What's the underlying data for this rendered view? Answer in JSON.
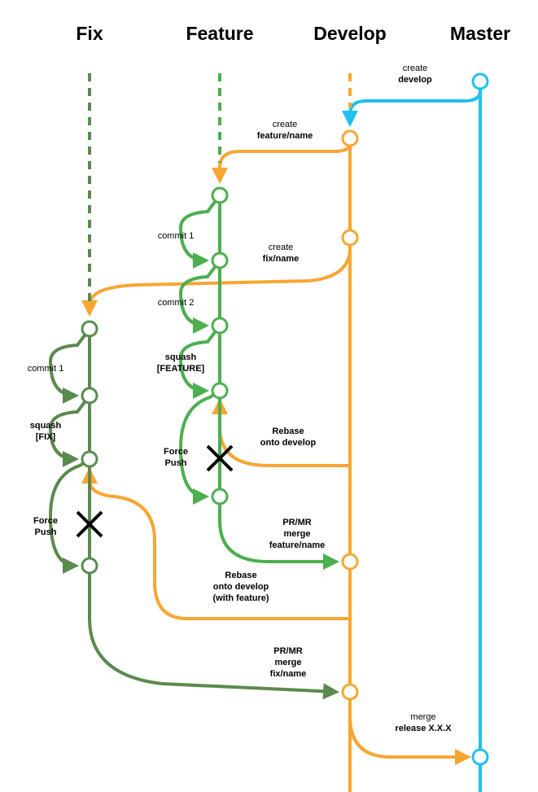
{
  "columns": {
    "fix": "Fix",
    "feature": "Feature",
    "develop": "Develop",
    "master": "Master"
  },
  "colors": {
    "fix": "#5b8a4f",
    "feature": "#4caf50",
    "develop": "#f7a633",
    "master": "#1ec0f0",
    "cross": "#000000"
  },
  "labels": {
    "create_develop": {
      "line1": "create",
      "line2": "develop"
    },
    "create_feature": {
      "line1": "create",
      "line2": "feature/name"
    },
    "create_fix": {
      "line1": "create",
      "line2": "fix/name"
    },
    "feature_commit1": "commit 1",
    "feature_commit2": "commit 2",
    "feature_squash": {
      "line1": "squash",
      "line2": "[FEATURE]"
    },
    "feature_force_push": {
      "line1": "Force",
      "line2": "Push"
    },
    "feature_rebase": {
      "line1": "Rebase",
      "line2": "onto develop"
    },
    "feature_merge": {
      "line1": "PR/MR",
      "line2": "merge",
      "line3": "feature/name"
    },
    "fix_commit1": "commit 1",
    "fix_squash": {
      "line1": "squash",
      "line2": "[FIX]"
    },
    "fix_force_push": {
      "line1": "Force",
      "line2": "Push"
    },
    "fix_rebase": {
      "line1": "Rebase",
      "line2": "onto develop",
      "line3": "(with feature)"
    },
    "fix_merge": {
      "line1": "PR/MR",
      "line2": "merge",
      "line3": "fix/name"
    },
    "release_merge": {
      "line1": "merge",
      "line2": "release X.X.X"
    }
  }
}
